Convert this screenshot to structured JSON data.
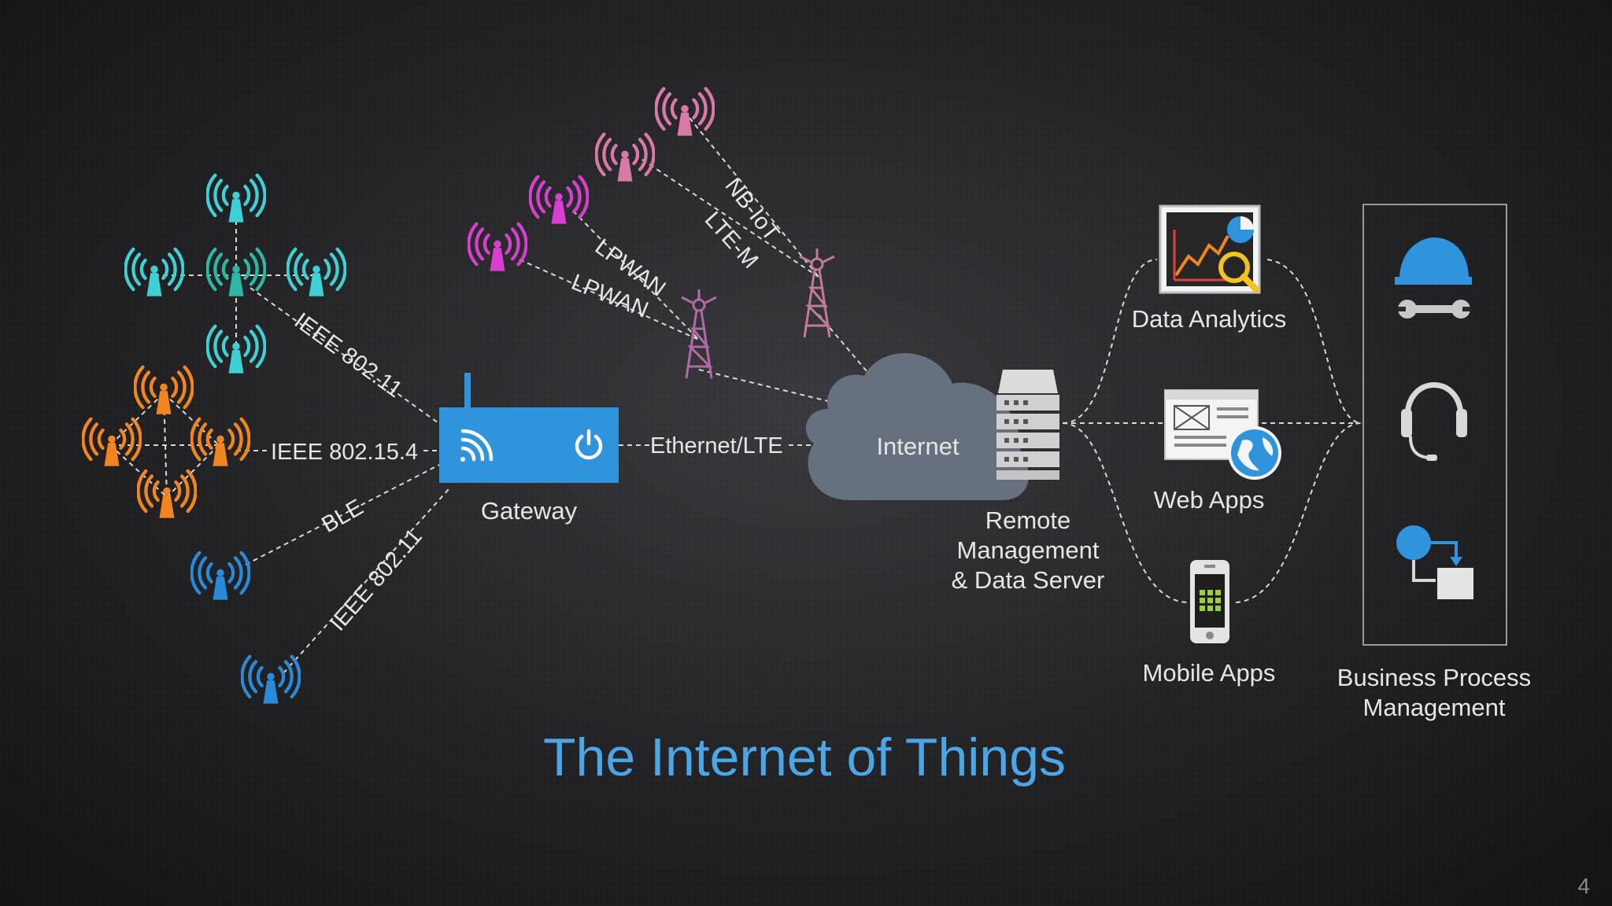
{
  "title": "The Internet of Things",
  "page_number": "4",
  "nodes": {
    "gateway": "Gateway",
    "internet": "Internet",
    "server": [
      "Remote",
      "Management",
      "& Data Server"
    ],
    "data_analytics": "Data Analytics",
    "web_apps": "Web Apps",
    "mobile_apps": "Mobile Apps",
    "bpm": [
      "Business Process",
      "Management"
    ]
  },
  "links": {
    "ieee_802_11_top": "IEEE 802.11",
    "ieee_802_15_4": "IEEE 802.15.4",
    "ble": "BLE",
    "ieee_802_11_bottom": "IEEE 802.11",
    "lpwan_1": "LPWAN",
    "lpwan_2": "LPWAN",
    "nb_iot": "NB-IoT",
    "lte_m": "LTE-M",
    "ethernet_lte": "Ethernet/LTE"
  },
  "colors": {
    "teal": "#3fd0d6",
    "teal_center": "#2bb8a4",
    "orange": "#f2861e",
    "blue": "#2a8ad8",
    "magenta": "#d63fcf",
    "pink": "#d97aa6",
    "gateway": "#2f94dc",
    "title": "#4aa6e6"
  },
  "icons": [
    "wifi-icon",
    "power-icon",
    "cloud-icon",
    "server-rack-icon",
    "chart-magnifier-icon",
    "browser-globe-icon",
    "smartphone-icon",
    "hardhat-wrench-icon",
    "headset-icon",
    "process-flow-icon",
    "cell-tower-icon",
    "wireless-sensor-icon"
  ]
}
